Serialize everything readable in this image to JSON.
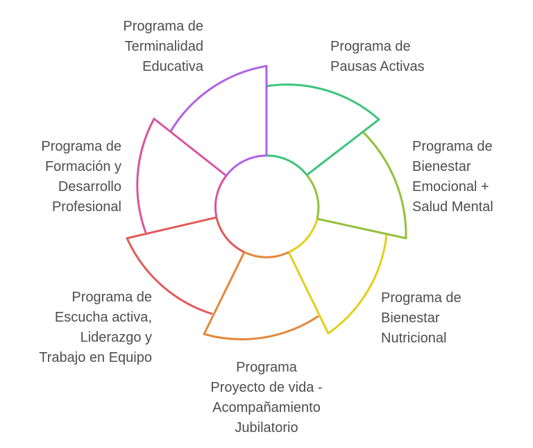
{
  "segments": [
    {
      "id": "pausas",
      "color": "#3cc47c",
      "lines": [
        "Programa de",
        "Pausas Activas"
      ]
    },
    {
      "id": "emocional",
      "color": "#93c03a",
      "lines": [
        "Programa de",
        "Bienestar",
        "Emocional +",
        "Salud Mental"
      ]
    },
    {
      "id": "nutricional",
      "color": "#e2cf1a",
      "lines": [
        "Programa de",
        "Bienestar",
        "Nutricional"
      ]
    },
    {
      "id": "jubilatorio",
      "color": "#e2883a",
      "lines": [
        "Programa",
        "Proyecto de vida -",
        "Acompañamiento",
        "Jubilatorio"
      ]
    },
    {
      "id": "escucha",
      "color": "#e25a5a",
      "lines": [
        "Programa de",
        "Escucha activa,",
        "Liderazgo y",
        "Trabajo en Equipo"
      ]
    },
    {
      "id": "formacion",
      "color": "#d9539f",
      "lines": [
        "Programa de",
        "Formación y",
        "Desarrollo",
        "Profesional"
      ]
    },
    {
      "id": "terminalidad",
      "color": "#b060e6",
      "lines": [
        "Programa de",
        "Terminalidad",
        "Educativa"
      ]
    }
  ]
}
